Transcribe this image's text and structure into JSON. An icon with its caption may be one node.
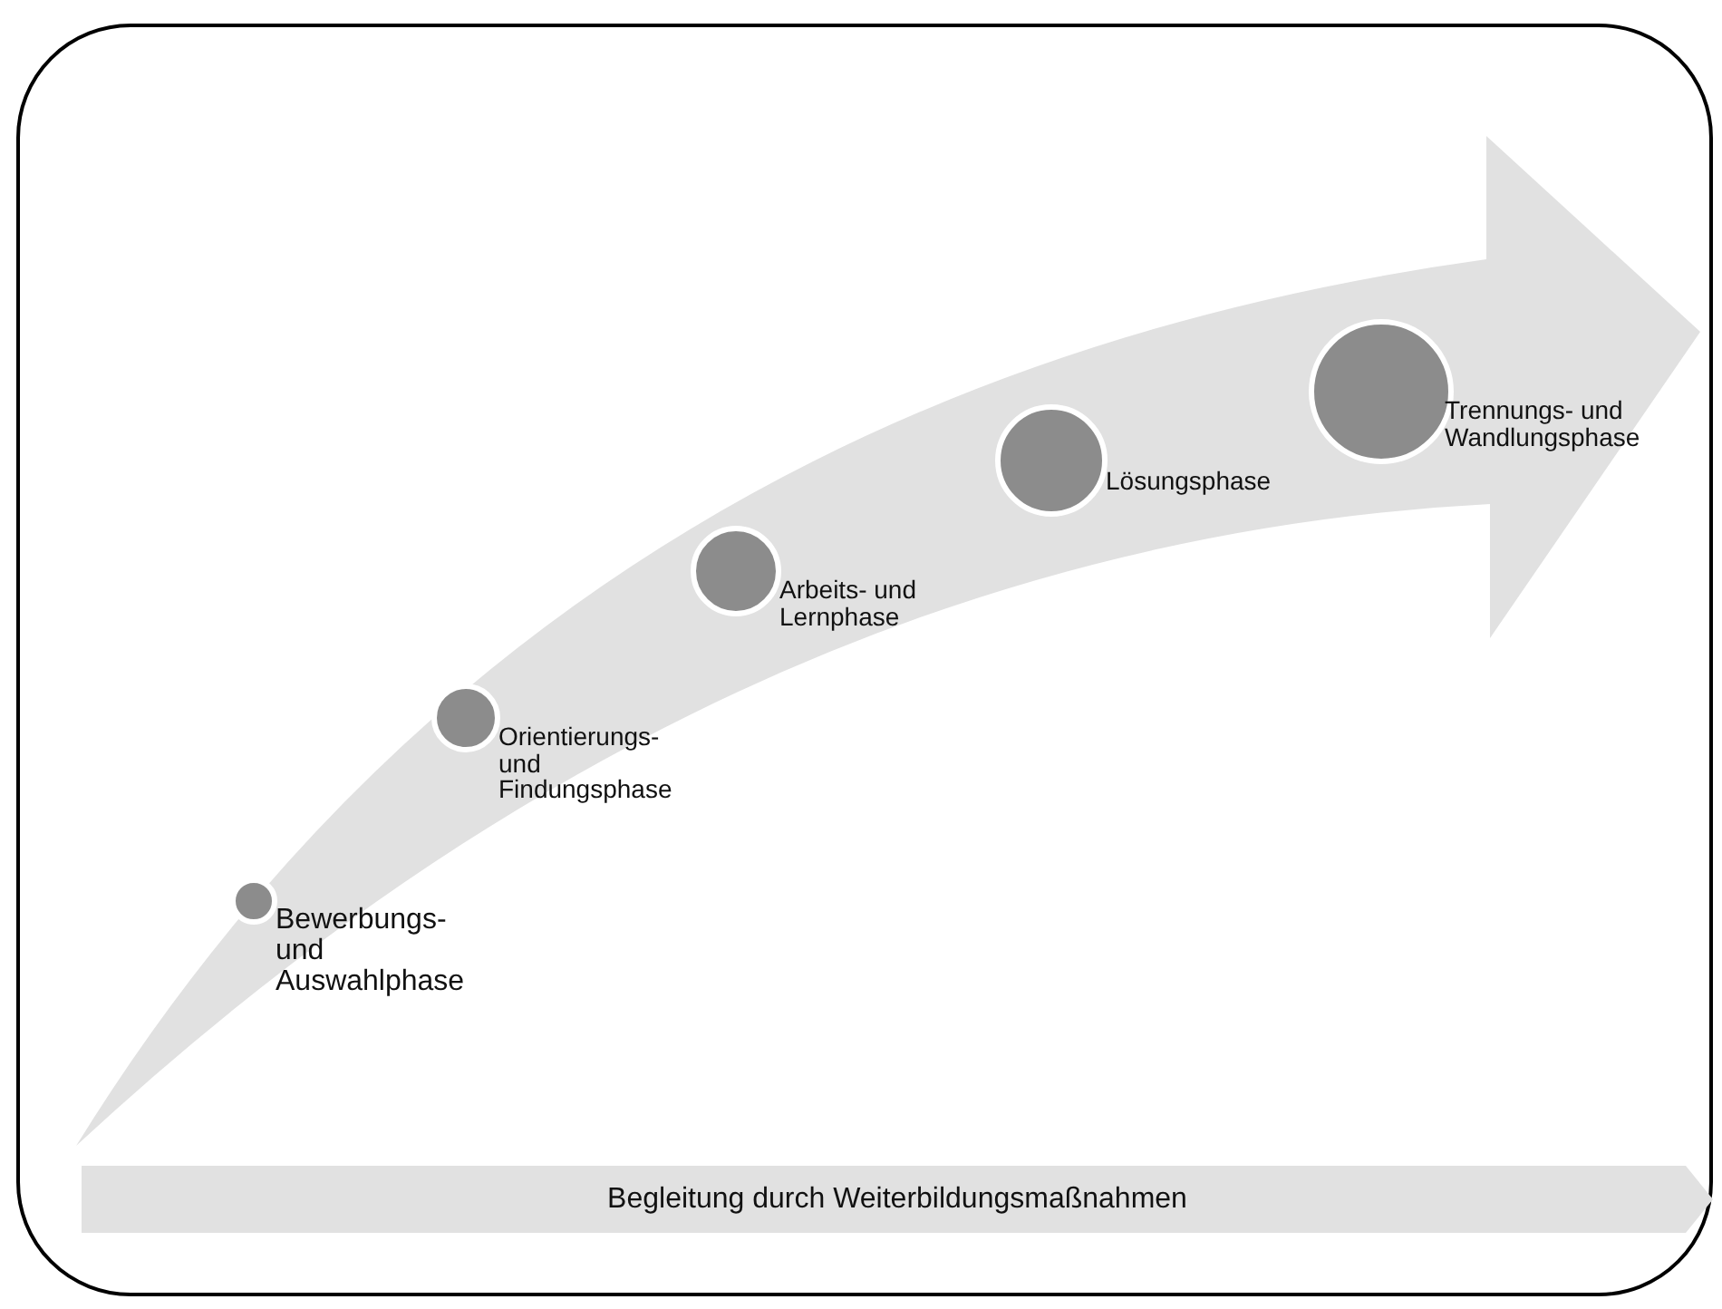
{
  "diagram": {
    "nodes": [
      {
        "text": [],
        "shape": "circle",
        "beside": [
          "Bewerbungs- und Auswahlphase"
        ]
      },
      {
        "text": [],
        "shape": "circle",
        "beside": [
          "Orientierungs- und Findungsphase"
        ]
      },
      {
        "text": [],
        "shape": "circle",
        "beside": [
          "Arbeits- und Lernphase"
        ]
      },
      {
        "text": [],
        "shape": "circle",
        "beside": [
          "Lösungsphase"
        ]
      },
      {
        "text": [],
        "shape": "circle",
        "beside": [
          "Trennungs- und Wandlungsphase"
        ]
      },
      {
        "text": [
          "Begleitung durch Weiterbildungsmaßnahmen"
        ]
      }
    ]
  }
}
